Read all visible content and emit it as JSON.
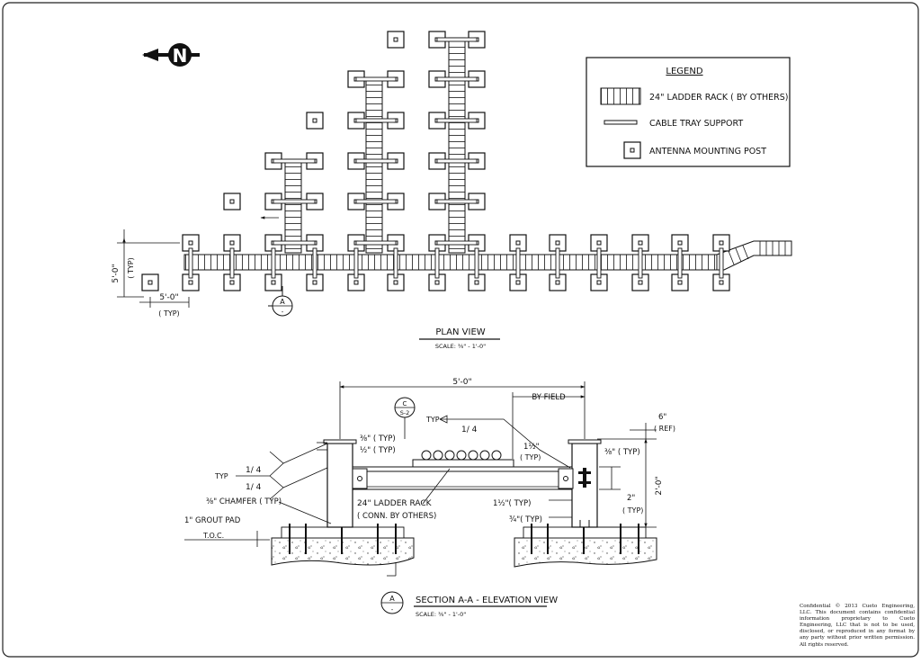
{
  "north_arrow": {
    "letter": "N"
  },
  "legend": {
    "title": "LEGEND",
    "items": [
      {
        "icon": "ladder-rack-icon",
        "label": "24\" LADDER RACK ( BY OTHERS)"
      },
      {
        "icon": "cable-tray-support-icon",
        "label": "CABLE TRAY SUPPORT"
      },
      {
        "icon": "antenna-post-icon",
        "label": "ANTENNA MOUNTING POST"
      }
    ]
  },
  "plan": {
    "title": "PLAN VIEW",
    "scale": "SCALE: ⅜\" - 1'-0\"",
    "dim_vertical": "5'-0\"",
    "dim_vertical_typ": "( TYP)",
    "dim_horizontal": "5'-0\"",
    "dim_horizontal_typ": "( TYP)",
    "section_marker": {
      "top": "A",
      "bottom": "-"
    }
  },
  "elevation": {
    "title": "SECTION A-A - ELEVATION VIEW",
    "scale": "SCALE: ⅜\" - 1'-0\"",
    "section_marker": {
      "top": "A",
      "bottom": "-"
    },
    "detail_marker": {
      "top": "C",
      "bottom": "S-2"
    },
    "labels": {
      "overall_width": "5'-0\"",
      "by_field": "BY FIELD",
      "typ_top": "TYP",
      "weld_top": "1/ 4",
      "typ_left": "TYP",
      "weld_left_1": "1/ 4",
      "weld_left_2": "1/ 4",
      "dim_3_8_typ": "⅜\" ( TYP)",
      "dim_1_2": "½\" ( TYP)",
      "dim_1_5": "1½\"",
      "dim_1_5_typ": "( TYP)",
      "dim_3_8_right": "⅜\" ( TYP)",
      "dim_6": "6\"",
      "dim_6_ref": "( REF)",
      "dim_2_0": "2'-0\"",
      "dim_2": "2\"",
      "dim_2_typ": "( TYP)",
      "dim_1_5_low": "1½\"( TYP)",
      "dim_3_4_low": "¾\"( TYP)",
      "chamfer": "⅜\" CHAMFER ( TYP)",
      "grout_pad": "1\" GROUT PAD",
      "toc": "T.O.C.",
      "ladder_rack": "24\" LADDER RACK",
      "ladder_rack_note": "( CONN. BY OTHERS)"
    }
  },
  "confidential": "Confidential © 2013 Cueto Engineering, LLC. This document contains confidential information proprietary to Cueto Engineering, LLC that is not to be used, disclosed, or reproduced in any format by any party without prior written permission. All rights reserved."
}
